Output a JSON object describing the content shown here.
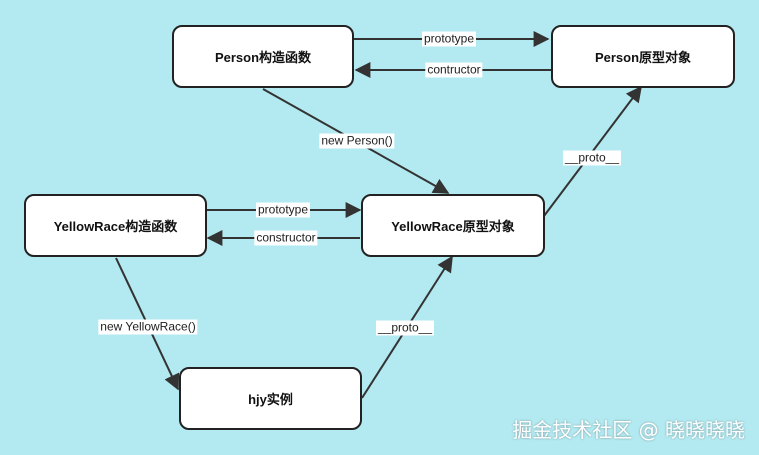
{
  "nodes": {
    "person_ctor": "Person构造函数",
    "person_proto": "Person原型对象",
    "yellow_ctor": "YellowRace构造函数",
    "yellow_proto": "YellowRace原型对象",
    "hjy": "hjy实例"
  },
  "edges": {
    "person_prototype": "prototype",
    "person_constructor": "contructor",
    "new_person": "new Person()",
    "yellow_proto_to_person_proto": "__proto__",
    "yellow_prototype": "prototype",
    "yellow_constructor": "constructor",
    "new_yellow": "new YellowRace()",
    "hjy_proto": "__proto__"
  },
  "watermark": "掘金技术社区 @ 晓晓晓晓",
  "colors": {
    "background": "#b3e9f0",
    "node_fill": "#ffffff",
    "node_border": "#222222",
    "edge": "#333333"
  }
}
